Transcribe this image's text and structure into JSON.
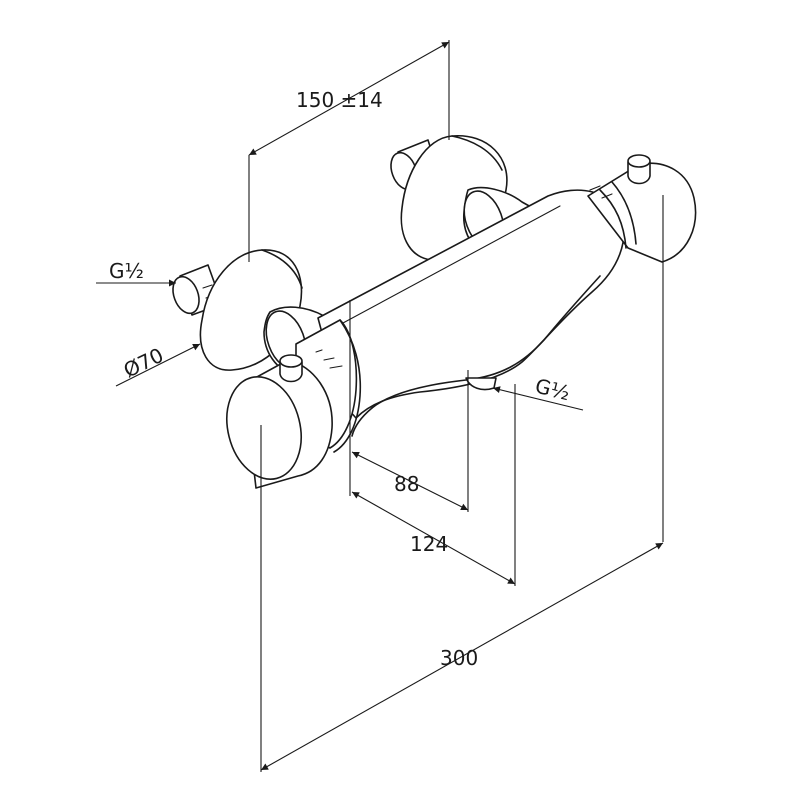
{
  "dimensions": {
    "connection_spacing": "150 ±14",
    "thread_left": "G½",
    "rosette_diameter": "Ø70",
    "thread_outlet": "G½",
    "offset_88": "88",
    "offset_124": "124",
    "overall_length": "300"
  },
  "colors": {
    "line": "#1a1a1a",
    "background": "#ffffff"
  }
}
